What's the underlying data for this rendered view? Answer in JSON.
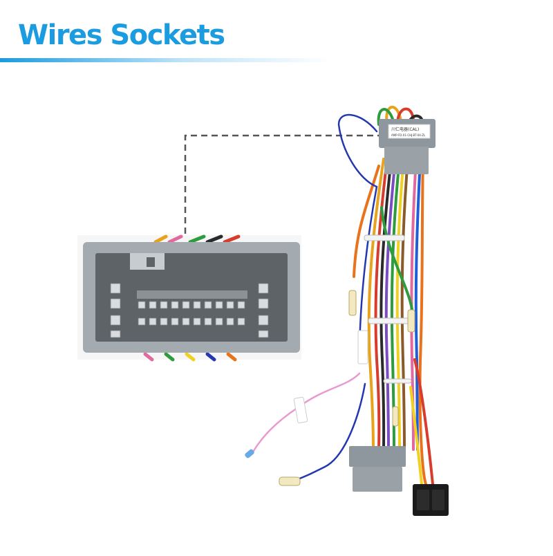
{
  "header": {
    "title": "Wires Sockets"
  },
  "colors": {
    "accent": "#1b9be0",
    "accent_light": "#bfe3f7",
    "connector_gray": "#8f979e",
    "connector_light": "#b8bec4"
  },
  "photo": {
    "subject": "car stereo wiring harness with grey sockets",
    "inset": "close-up of female socket with metal pins"
  },
  "labels": {
    "connector_tag_line1": "川仁电器(CAL)",
    "connector_tag_line2": "AMP-FD-01-CHJ-BT-04-ZL"
  }
}
